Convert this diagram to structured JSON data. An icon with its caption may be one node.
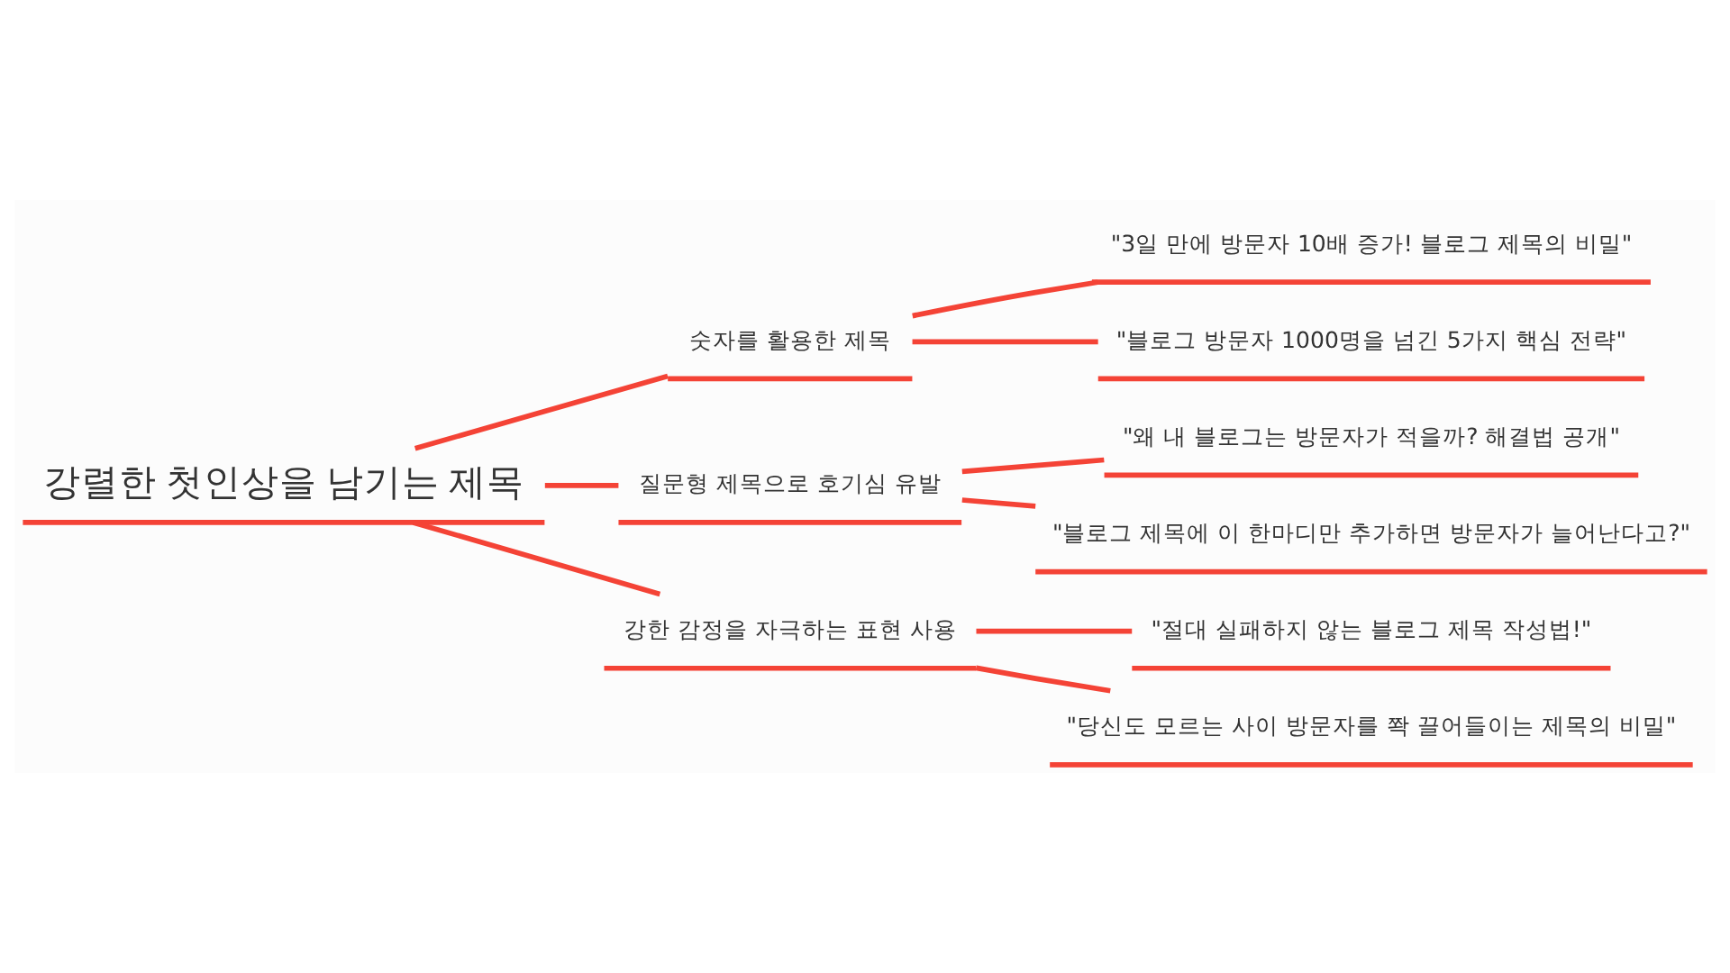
{
  "diagram": {
    "nodes": [
      {
        "text": [
          "강렬한 첫인상을 남기는 제목"
        ]
      },
      {
        "text": [
          "숫자를 활용한 제목"
        ]
      },
      {
        "text": [
          "\"3일 만에 방문자 10배 증가! 블로그 제목의 비밀\""
        ]
      },
      {
        "text": [
          "\"블로그 방문자 1000명을 넘긴 5가지 핵심 전략\""
        ]
      },
      {
        "text": [
          "질문형 제목으로 호기심 유발"
        ]
      },
      {
        "text": [
          "\"왜 내 블로그는 방문자가 적을까? 해결법 공개\""
        ]
      },
      {
        "text": [
          "\"블로그 제목에 이 한마디만 추가하면 방문자가 늘어난다고?\""
        ]
      },
      {
        "text": [
          "강한 감정을 자극하는 표현 사용"
        ]
      },
      {
        "text": [
          "\"절대 실패하지 않는 블로그 제목 작성법!\""
        ]
      },
      {
        "text": [
          "\"당신도 모르는 사이 방문자를 쫙 끌어들이는 제목의 비밀\""
        ]
      }
    ],
    "edges": [
      {
        "from": 0,
        "to": 1,
        "arrow": "none"
      },
      {
        "from": 1,
        "to": 2,
        "arrow": "none"
      },
      {
        "from": 1,
        "to": 3,
        "arrow": "none"
      },
      {
        "from": 0,
        "to": 4,
        "arrow": "none"
      },
      {
        "from": 4,
        "to": 5,
        "arrow": "none"
      },
      {
        "from": 4,
        "to": 6,
        "arrow": "none"
      },
      {
        "from": 0,
        "to": 7,
        "arrow": "none"
      },
      {
        "from": 7,
        "to": 8,
        "arrow": "none"
      },
      {
        "from": 7,
        "to": 9,
        "arrow": "none"
      }
    ]
  }
}
